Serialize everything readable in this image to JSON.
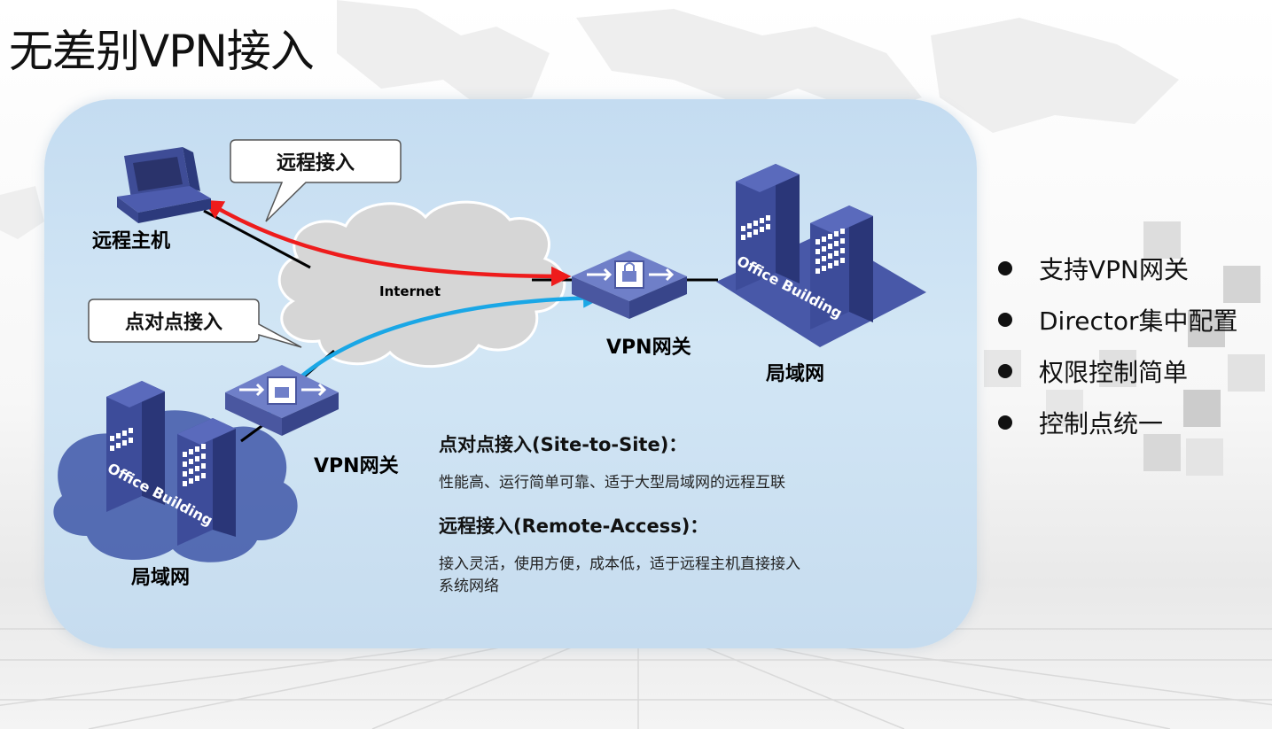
{
  "title": "无差别VPN接入",
  "diagram": {
    "remote_host_label": "远程主机",
    "remote_access_callout": "远程接入",
    "site_to_site_callout": "点对点接入",
    "internet_label": "Internet",
    "vpn_gateway_right_label": "VPN网关",
    "vpn_gateway_left_label": "VPN网关",
    "lan_right_label": "局域网",
    "lan_left_label": "局域网",
    "building_text": "Office Building",
    "colors": {
      "remote_access_arrow": "#ee1c1c",
      "site_to_site_arrow": "#1aa7e6",
      "building": "#3d4c9a",
      "cloud": "#d6d6d6"
    }
  },
  "descriptions": [
    {
      "title": "点对点接入(Site-to-Site)：",
      "lines": [
        "性能高、运行简单可靠、适于大型局域网的远程互联"
      ]
    },
    {
      "title": "远程接入(Remote-Access)：",
      "lines": [
        "接入灵活，使用方便，成本低，适于远程主机直接接入",
        "系统网络"
      ]
    }
  ],
  "bullets": [
    "支持VPN网关",
    "Director集中配置",
    "权限控制简单",
    "控制点统一"
  ]
}
